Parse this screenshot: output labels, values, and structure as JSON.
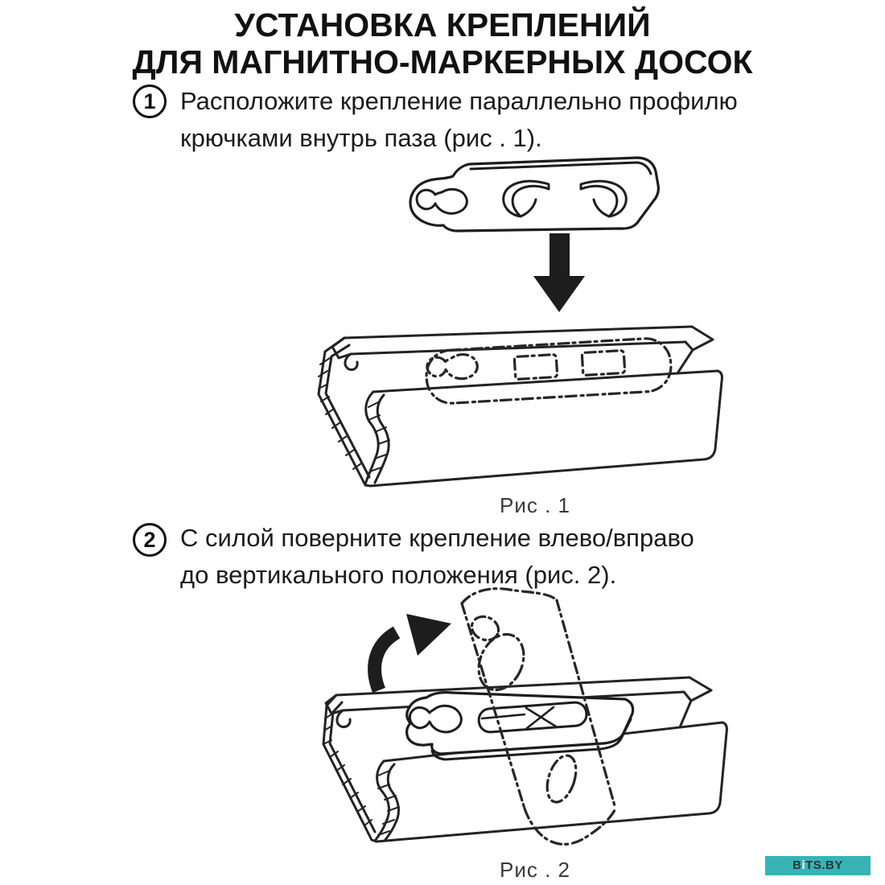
{
  "title": {
    "line1": "УСТАНОВКА КРЕПЛЕНИЙ",
    "line2": "ДЛЯ МАГНИТНО-МАРКЕРНЫХ ДОСОК"
  },
  "steps": [
    {
      "number": "1",
      "line1": "Расположите крепление параллельно профилю",
      "line2": "крючками внутрь паза (рис . 1)."
    },
    {
      "number": "2",
      "line1": "С силой поверните крепление влево/вправо",
      "line2": "до вертикального положения (рис. 2)."
    }
  ],
  "figures": [
    {
      "caption": "Рис . 1"
    },
    {
      "caption": "Рис . 2"
    }
  ],
  "icons": {
    "down_arrow": "solid-black-down-arrow",
    "rotate_arrow": "curved-rotation-arrow-up-right"
  },
  "watermark": {
    "part_b": "B",
    "part_i": "i",
    "part_rest": "TS.BY",
    "background_color": "#38b3b5",
    "dark_text_color": "#2f3338",
    "light_text_color": "#ffffff"
  },
  "colors": {
    "ink": "#161616",
    "drawing_line": "#232323",
    "background": "#ffffff"
  }
}
